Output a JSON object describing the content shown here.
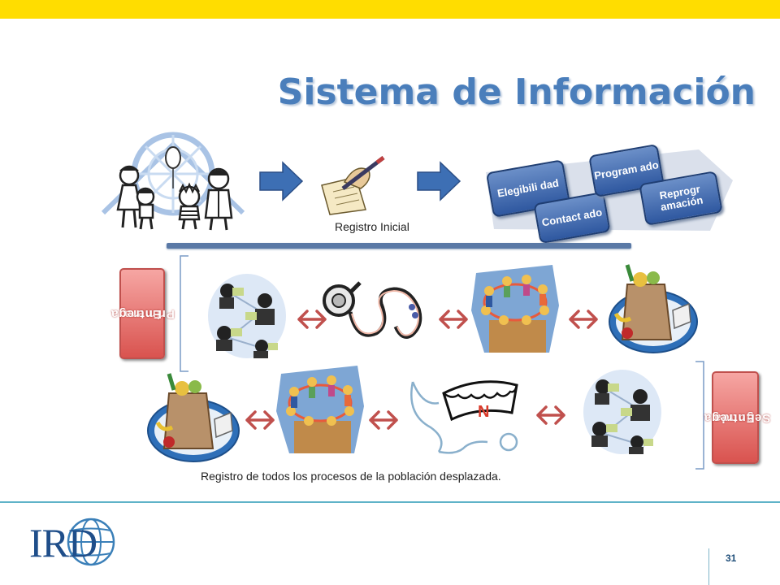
{
  "slide": {
    "title": "Sistema de Información",
    "page_number": "31",
    "logo_text": "IRD"
  },
  "top_flow": {
    "caption": "Registro Inicial",
    "stages": [
      "Elegibili dad",
      "Contact ado",
      "Program ado",
      "Reprogr amación"
    ]
  },
  "labels": {
    "first_delivery": [
      "Primera",
      "Entrega"
    ],
    "second_delivery": [
      "Segunda",
      "Entrega"
    ]
  },
  "bottom_caption": "Registro de todos los procesos de la población desplazada.",
  "nurse_cap_letter": "N",
  "colors": {
    "top_bar": "#ffdd00",
    "title": "#4a7ebb",
    "chip_blue": "#3a63a8",
    "label_red": "#d9534f",
    "footer_line": "#5fb3c8"
  }
}
